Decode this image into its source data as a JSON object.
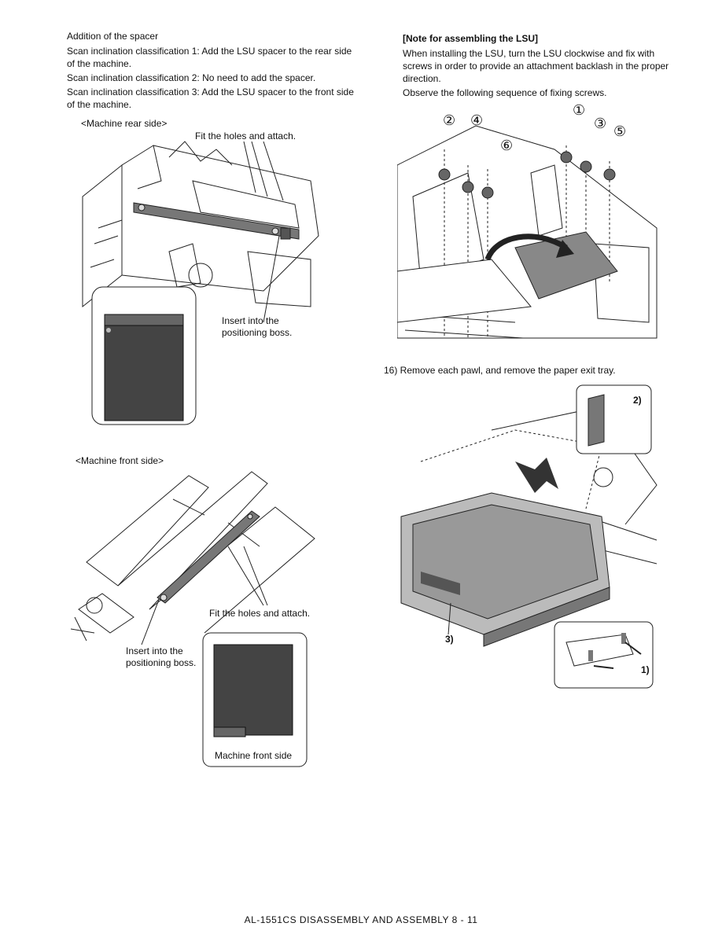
{
  "left": {
    "heading": "Addition of the spacer",
    "p1": "Scan inclination classification 1: Add the LSU spacer to the rear side of the machine.",
    "p2": "Scan inclination classification 2: No need to add the spacer.",
    "p3": "Scan inclination classification 3: Add the LSU spacer to the front side of the machine.",
    "rear_caption": "<Machine rear side>",
    "rear_fit_label": "Fit the holes and attach.",
    "rear_insert_label": "Insert into the positioning boss.",
    "front_caption": "<Machine front side>",
    "front_fit_label": "Fit the holes and attach.",
    "front_insert_label": "Insert into the positioning boss.",
    "front_inset_label": "Machine front side"
  },
  "right": {
    "note_title": "[Note for assembling the LSU]",
    "note_text": "When installing the LSU, turn the LSU clockwise and fix with screws in order to provide an attachment backlash in the proper direction.",
    "note_seq": "Observe the following sequence of fixing screws.",
    "screw_numbers": [
      "①",
      "②",
      "③",
      "④",
      "⑤",
      "⑥"
    ],
    "step16": "16) Remove each pawl, and remove the paper exit tray.",
    "callout_1": "1)",
    "callout_2": "2)",
    "callout_3": "3)"
  },
  "footer": "AL-1551CS DISASSEMBLY AND ASSEMBLY 8 - 11"
}
